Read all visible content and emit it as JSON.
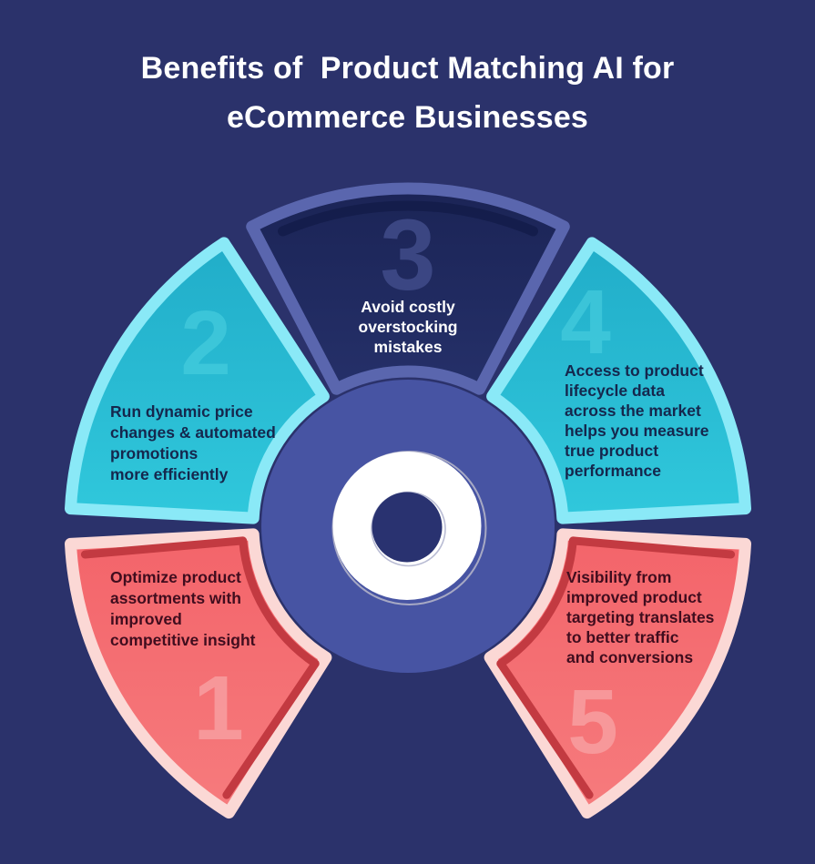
{
  "title": {
    "line1": "Benefits of  Product Matching AI for",
    "line2": "eCommerce Businesses"
  },
  "palette": {
    "background": "#2b326b",
    "title_text": "#ffffff",
    "hub_fill": "#4754a3",
    "hub_white_ring": "#ffffff",
    "hub_ring_outline": "#a7a9c4",
    "hub_center_dot": "#293270",
    "navy_segment_fill": "#1f2a5e",
    "navy_segment_border": "#5a66ae",
    "navy_segment_accent": "#141d4a",
    "teal_segment_fill": "#29bdd3",
    "teal_segment_border": "#8ae9f7",
    "teal_segment_text": "#15274d",
    "red_segment_fill": "#f4696c",
    "red_segment_border": "#fbd8d5",
    "red_segment_accent": "#c33a41",
    "red_segment_text": "#400d1e"
  },
  "diagram": {
    "segments": [
      {
        "number": "1",
        "color_theme": "red",
        "lines": [
          "Optimize product",
          "assortments with",
          "improved",
          "competitive insight"
        ]
      },
      {
        "number": "2",
        "color_theme": "teal",
        "lines": [
          "Run dynamic price",
          "changes & automated",
          "promotions",
          "more efficiently"
        ]
      },
      {
        "number": "3",
        "color_theme": "navy",
        "lines": [
          "Avoid costly",
          "overstocking",
          "mistakes"
        ]
      },
      {
        "number": "4",
        "color_theme": "teal",
        "lines": [
          "Access to product",
          "lifecycle data",
          "across the market",
          "helps you measure",
          "true product",
          "performance"
        ]
      },
      {
        "number": "5",
        "color_theme": "red",
        "lines": [
          "Visibility from",
          "improved product",
          "targeting translates",
          "to better traffic",
          "and conversions"
        ]
      }
    ]
  }
}
